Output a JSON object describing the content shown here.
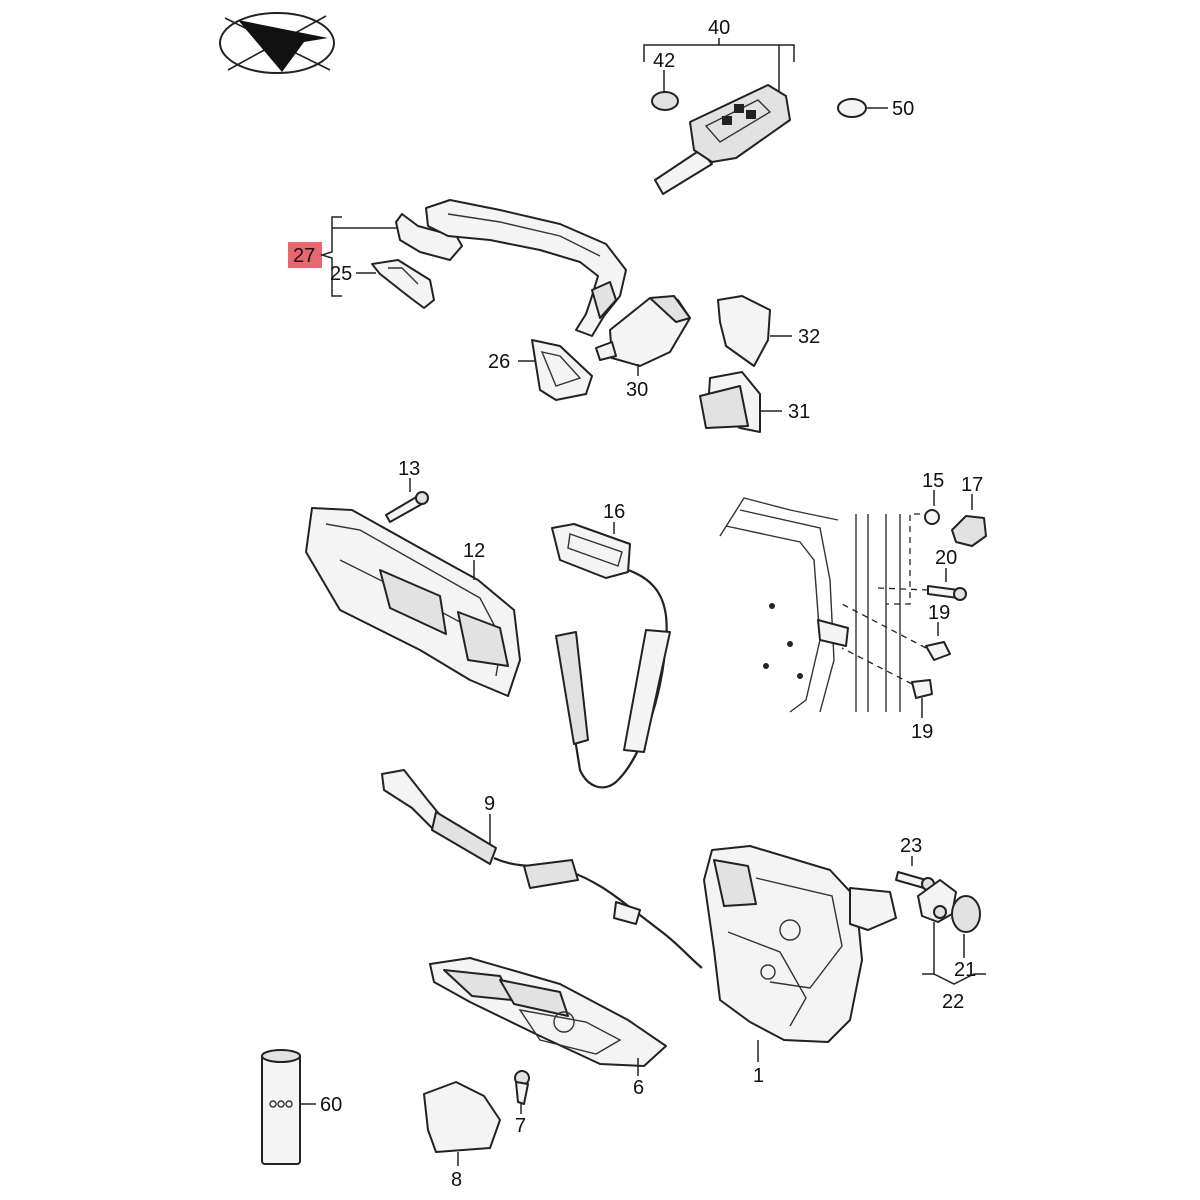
{
  "callouts": [
    {
      "id": "1",
      "text": "1"
    },
    {
      "id": "6",
      "text": "6"
    },
    {
      "id": "7",
      "text": "7"
    },
    {
      "id": "8",
      "text": "8"
    },
    {
      "id": "9",
      "text": "9"
    },
    {
      "id": "12",
      "text": "12"
    },
    {
      "id": "13",
      "text": "13"
    },
    {
      "id": "15",
      "text": "15"
    },
    {
      "id": "16",
      "text": "16"
    },
    {
      "id": "17",
      "text": "17"
    },
    {
      "id": "19a",
      "text": "19"
    },
    {
      "id": "19b",
      "text": "19"
    },
    {
      "id": "20",
      "text": "20"
    },
    {
      "id": "21",
      "text": "21"
    },
    {
      "id": "22",
      "text": "22"
    },
    {
      "id": "23",
      "text": "23"
    },
    {
      "id": "25",
      "text": "25"
    },
    {
      "id": "26",
      "text": "26"
    },
    {
      "id": "27",
      "text": "27"
    },
    {
      "id": "30",
      "text": "30"
    },
    {
      "id": "31",
      "text": "31"
    },
    {
      "id": "32",
      "text": "32"
    },
    {
      "id": "40",
      "text": "40"
    },
    {
      "id": "42",
      "text": "42"
    },
    {
      "id": "50",
      "text": "50"
    },
    {
      "id": "60",
      "text": "60"
    }
  ],
  "highlight": {
    "callout": "27",
    "color": "#e8676f"
  },
  "icons": [
    "compass-arrow-logo-icon"
  ]
}
